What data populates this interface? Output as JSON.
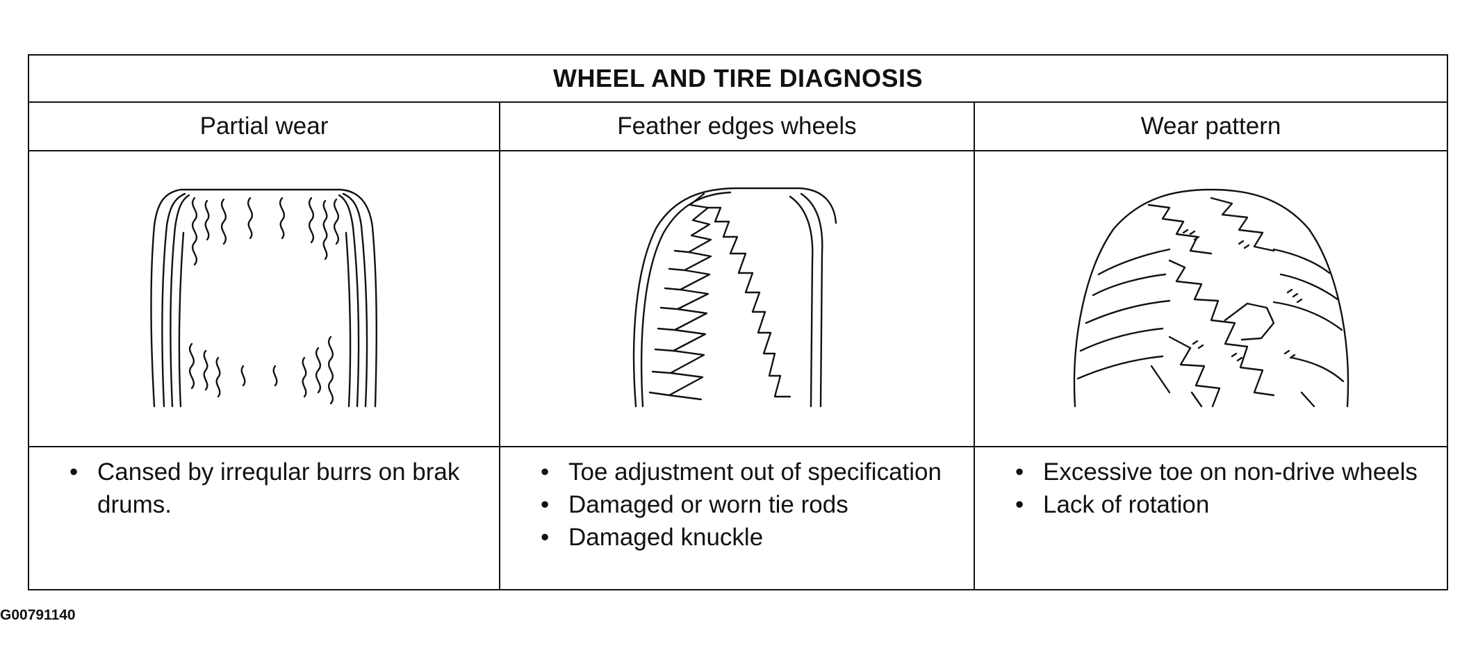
{
  "table": {
    "title": "WHEEL AND TIRE DIAGNOSIS",
    "columns": [
      {
        "header": "Partial wear",
        "illustration": "partial-wear-tire-icon",
        "causes": [
          "Cansed by irreqular burrs on brak drums."
        ]
      },
      {
        "header": "Feather edges wheels",
        "illustration": "feather-edge-tire-icon",
        "causes": [
          "Toe adjustment out of specification",
          "Damaged or worn tie rods",
          "Damaged knuckle"
        ]
      },
      {
        "header": "Wear pattern",
        "illustration": "wear-pattern-tire-icon",
        "causes": [
          "Excessive toe on non-drive wheels",
          "Lack of rotation"
        ]
      }
    ]
  },
  "bullet_char": "•",
  "figure_id": "G00791140"
}
